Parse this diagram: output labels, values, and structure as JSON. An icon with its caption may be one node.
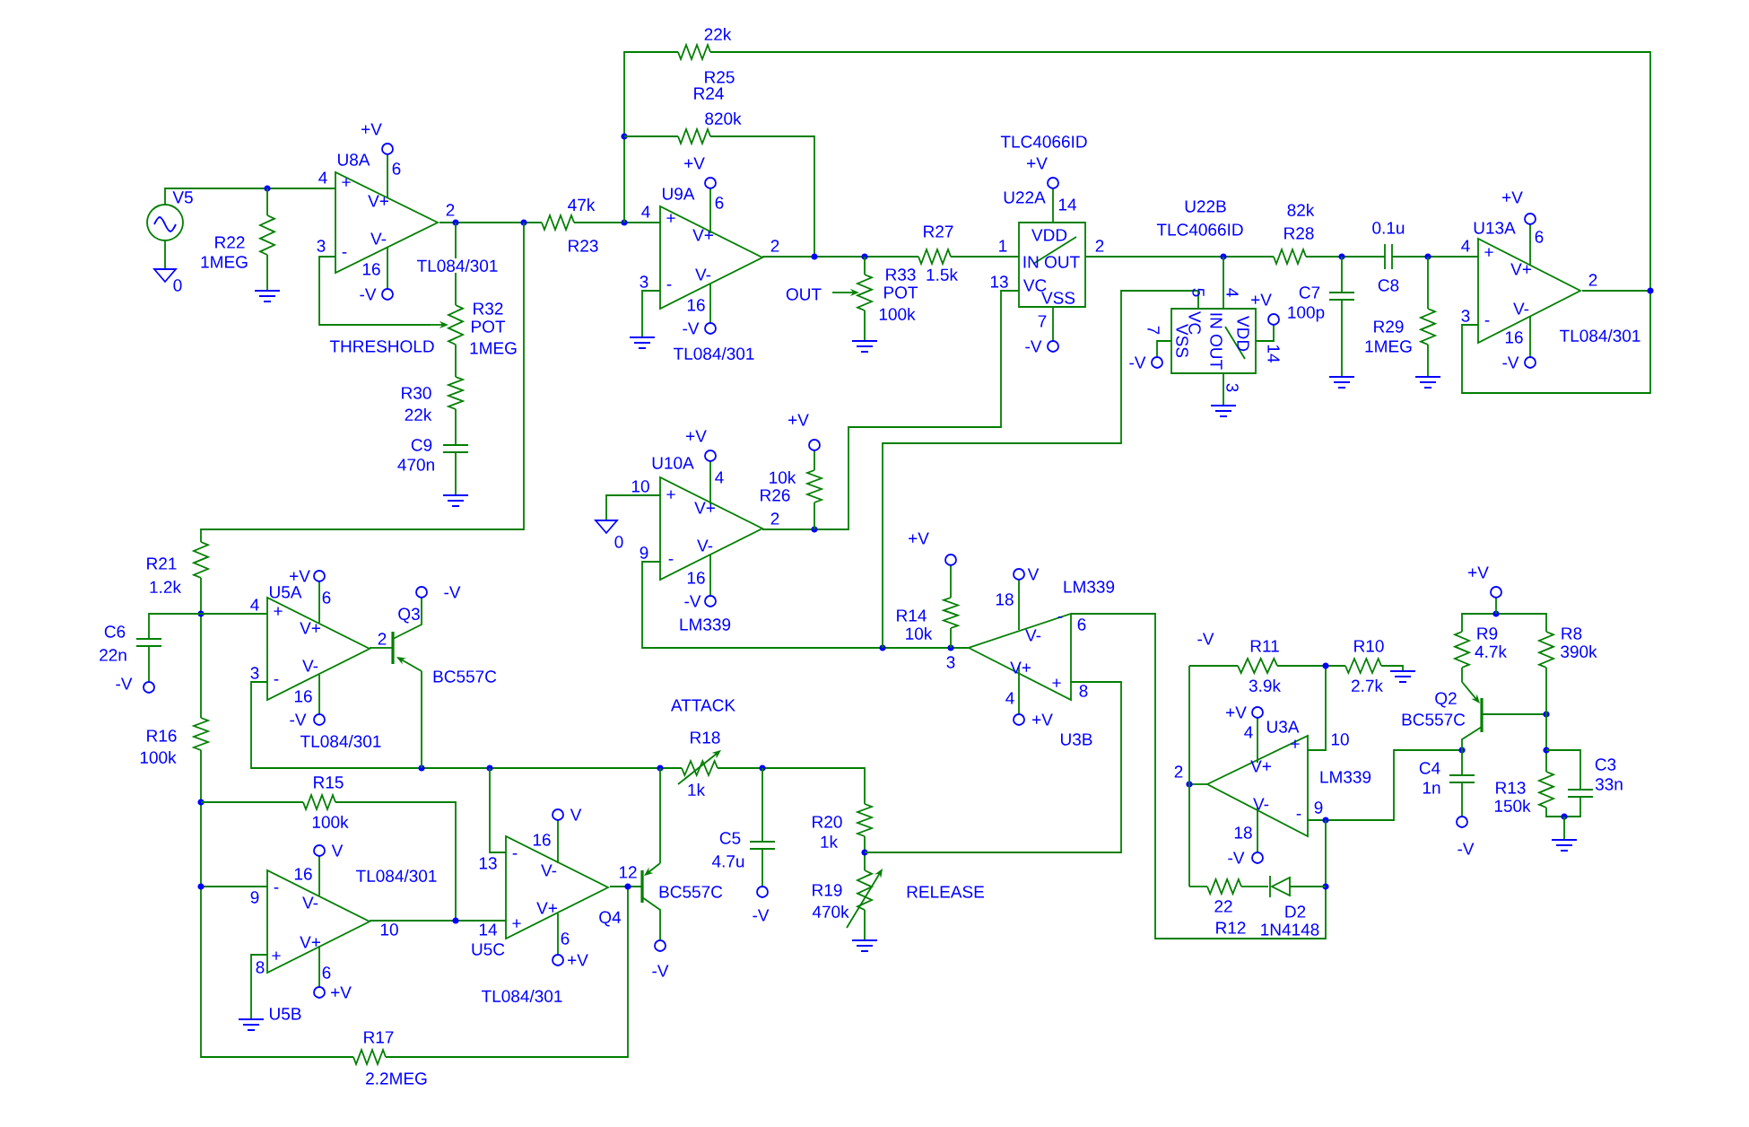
{
  "diagram": {
    "labels": [
      "22k",
      "R25",
      "R24",
      "820k",
      "TLC4066ID",
      "+V",
      "U8A",
      "6",
      "+V",
      "+V",
      "V5",
      "4",
      "V+",
      "+",
      "U9A",
      "6",
      "U22A",
      "14",
      "+V",
      "U22B",
      "82k",
      "47k",
      "2",
      "4",
      "+",
      "V+",
      "U13A",
      "6",
      "TLC4066ID",
      "R28",
      "0.1u",
      "R27",
      "VDD",
      "V-",
      "R22",
      "3",
      "R23",
      "2",
      "1",
      "2",
      "4",
      "+",
      "-",
      "1MEG",
      "IN OUT",
      "TL084/301",
      "16",
      "V+",
      "V-",
      "R33",
      "1.5k",
      "2",
      "3",
      "13",
      "0",
      "-",
      "VC",
      "VSS",
      "C8",
      "5",
      "4",
      "+V",
      "C7",
      "OUT",
      "-V",
      "POT",
      "16",
      "R32",
      "V-",
      "100p",
      "100k",
      "3",
      "-",
      "7",
      "7",
      "R29",
      "POT",
      "-V",
      "16",
      "TL084/301",
      "THRESHOLD",
      "1MEG",
      "-V",
      "1MEG",
      "TL084/301",
      "14",
      "-V",
      "-V",
      "3",
      "R30",
      "22k",
      "+V",
      "+V",
      "C9",
      "U10A",
      "470n",
      "4",
      "10k",
      "10",
      "R26",
      "+",
      "V+",
      "2",
      "0",
      "V-",
      "9",
      "-",
      "+V",
      "R21",
      "+V",
      "V",
      "16",
      "+V",
      "1.2k",
      "U5A",
      "-V",
      "LM339",
      "6",
      "18",
      "-V",
      "4",
      "+",
      "Q3",
      "R14",
      "-",
      "6",
      "LM339",
      "V+",
      "V-",
      "C6",
      "R9",
      "R8",
      "10k",
      "2",
      "-V",
      "R11",
      "R10",
      "4.7k",
      "390k",
      "22n",
      "3",
      "V-",
      "V+",
      "3",
      "BC557C",
      "-",
      "-V",
      "+",
      "3.9k",
      "2.7k",
      "8",
      "16",
      "4",
      "Q2",
      "ATTACK",
      "+V",
      "BC557C",
      "-V",
      "+V",
      "U3B",
      "U3A",
      "4",
      "R16",
      "R18",
      "TL084/301",
      "10",
      "+",
      "100k",
      "V+",
      "C3",
      "C4",
      "2",
      "LM339",
      "R15",
      "33n",
      "1k",
      "1n",
      "R13",
      "V-",
      "150k",
      "9",
      "V",
      "-",
      "R20",
      "100k",
      "18",
      "C5",
      "16",
      "1k",
      "V",
      "-V",
      "-",
      "-V",
      "13",
      "4.7u",
      "V-",
      "16",
      "TL084/301",
      "R19",
      "-",
      "RELEASE",
      "BC557C",
      "9",
      "12",
      "V-",
      "22",
      "V+",
      "470k",
      "D2",
      "-V",
      "Q4",
      "+",
      "R12",
      "1N4148",
      "10",
      "14",
      "6",
      "V+",
      "U5C",
      "+",
      "+V",
      "8",
      "-V",
      "6",
      "+V",
      "TL084/301",
      "U5B",
      "R17",
      "2.2MEG",
      "VSS",
      "VC",
      "IN OUT",
      "VDD"
    ]
  }
}
